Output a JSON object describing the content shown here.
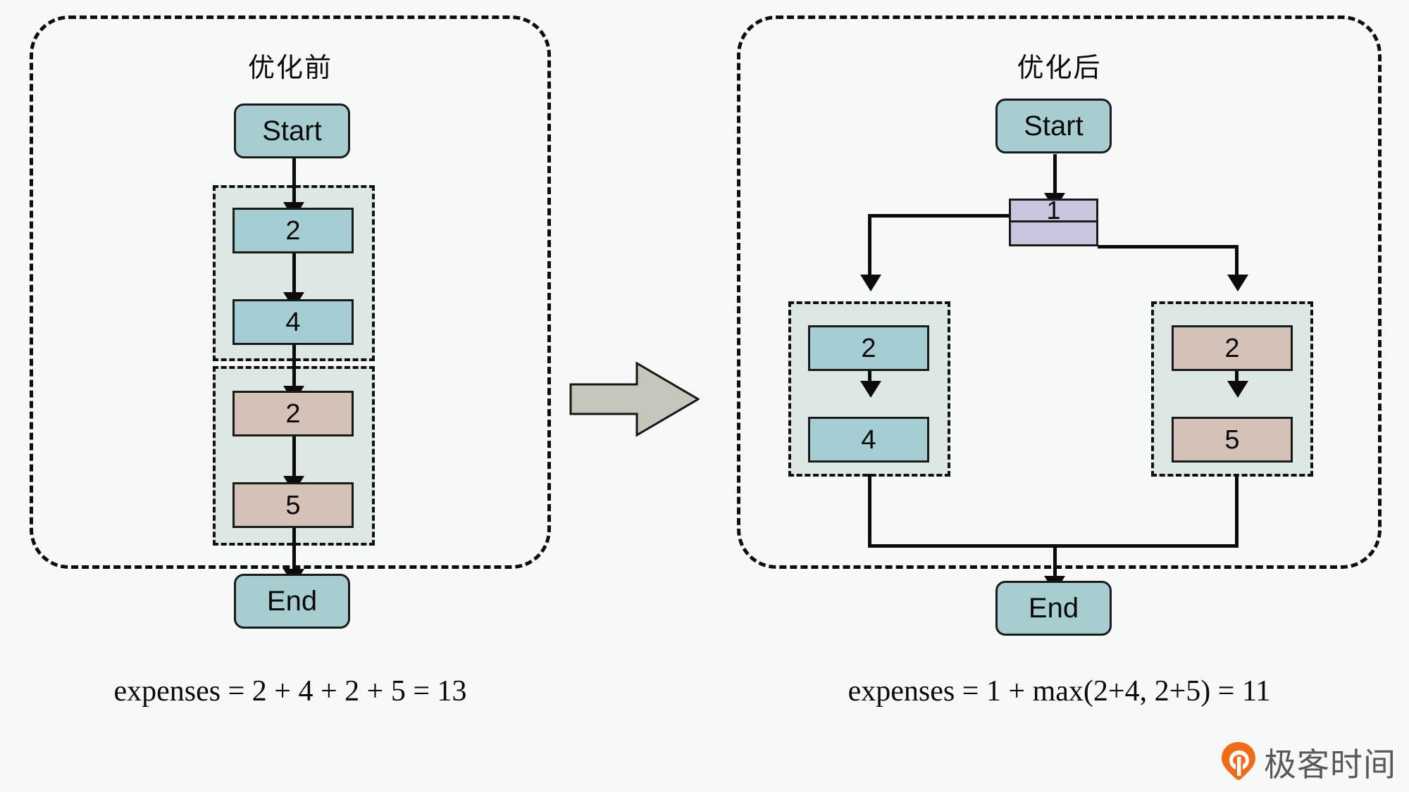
{
  "figure": {
    "type": "diagram",
    "subject": "task-scheduling-cost-optimization",
    "panels": [
      {
        "id": "before",
        "title": "优化前",
        "formula": "expenses = 2 + 4 + 2 + 5 = 13",
        "total": 13,
        "nodes": [
          {
            "id": "start",
            "label": "Start",
            "shape": "terminal",
            "color": "#a8cdd1"
          },
          {
            "id": "b1",
            "label": "2",
            "shape": "rect",
            "color": "#a6cdd2"
          },
          {
            "id": "b2",
            "label": "4",
            "shape": "rect",
            "color": "#a6cdd2"
          },
          {
            "id": "b3",
            "label": "2",
            "shape": "rect",
            "color": "#d4c2b9"
          },
          {
            "id": "b4",
            "label": "5",
            "shape": "rect",
            "color": "#d4c2b9"
          },
          {
            "id": "end",
            "label": "End",
            "shape": "terminal",
            "color": "#a8cdd1"
          }
        ],
        "groups": [
          {
            "id": "g1",
            "members": [
              "b1",
              "b2"
            ]
          },
          {
            "id": "g2",
            "members": [
              "b3",
              "b4"
            ]
          }
        ],
        "edges": [
          [
            "start",
            "b1"
          ],
          [
            "b1",
            "b2"
          ],
          [
            "b2",
            "b3"
          ],
          [
            "b3",
            "b4"
          ],
          [
            "b4",
            "end"
          ]
        ]
      },
      {
        "id": "after",
        "title": "优化后",
        "formula": "expenses = 1 + max(2+4, 2+5) = 11",
        "total": 11,
        "nodes": [
          {
            "id": "start",
            "label": "Start",
            "shape": "terminal",
            "color": "#a8cdd1"
          },
          {
            "id": "fork",
            "label": "1",
            "shape": "fork",
            "color": "#c8c6de"
          },
          {
            "id": "l1",
            "label": "2",
            "shape": "rect",
            "color": "#a6cdd2"
          },
          {
            "id": "l2",
            "label": "4",
            "shape": "rect",
            "color": "#a6cdd2"
          },
          {
            "id": "r1",
            "label": "2",
            "shape": "rect",
            "color": "#d4c2b9"
          },
          {
            "id": "r2",
            "label": "5",
            "shape": "rect",
            "color": "#d4c2b9"
          },
          {
            "id": "end",
            "label": "End",
            "shape": "terminal",
            "color": "#a8cdd1"
          }
        ],
        "groups": [
          {
            "id": "gL",
            "members": [
              "l1",
              "l2"
            ]
          },
          {
            "id": "gR",
            "members": [
              "r1",
              "r2"
            ]
          }
        ],
        "edges": [
          [
            "start",
            "fork"
          ],
          [
            "fork",
            "l1"
          ],
          [
            "fork",
            "r1"
          ],
          [
            "l1",
            "l2"
          ],
          [
            "r1",
            "r2"
          ],
          [
            "l2",
            "end"
          ],
          [
            "r2",
            "end"
          ]
        ]
      }
    ],
    "transition": {
      "icon": "right-block-arrow",
      "color": "#c6c6bb"
    },
    "watermark": {
      "text": "极客时间",
      "icon_color": "#ef6c1a"
    }
  },
  "colors": {
    "background": "#f7f8f8",
    "stroke": "#0b0b0b",
    "teal": "#a6cdd2",
    "tan": "#d4c2b9",
    "purple": "#c8c6de",
    "group_fill": "#dde7e4",
    "arrow_fill": "#c6c6bb",
    "watermark_orange": "#ef6c1a"
  }
}
